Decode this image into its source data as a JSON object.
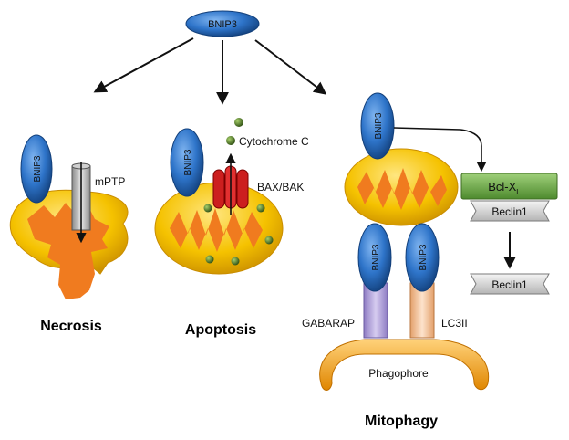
{
  "top_node": "BNIP3",
  "necrosis": {
    "title": "Necrosis",
    "bnip3": "BNIP3",
    "pore_label": "mPTP"
  },
  "apoptosis": {
    "title": "Apoptosis",
    "bnip3": "BNIP3",
    "release_label": "Cytochrome C",
    "channel_label": "BAX/BAK"
  },
  "mitophagy": {
    "title": "Mitophagy",
    "bnip3_top": "BNIP3",
    "bnip3_left": "BNIP3",
    "bnip3_right": "BNIP3",
    "bcl_label": "Bcl-X",
    "bcl_sub": "L",
    "beclin_bound": "Beclin1",
    "beclin_free": "Beclin1",
    "adaptor_left": "GABARAP",
    "adaptor_right": "LC3II",
    "membrane_label": "Phagophore"
  },
  "colors": {
    "bnip3_fill": "#2e74c9",
    "mito_outer": "#f5c200",
    "mito_inner": "#f07b1f",
    "bcl_fill": "#6aa84f",
    "beclin_fill": "#d9d9d9",
    "bax_fill": "#cc1f1f",
    "cyto_fill": "#3f6b1e",
    "gabarap_fill": "#b4a7d6",
    "lc3_fill": "#f4c7a1",
    "phagophore": "#f39c12"
  }
}
